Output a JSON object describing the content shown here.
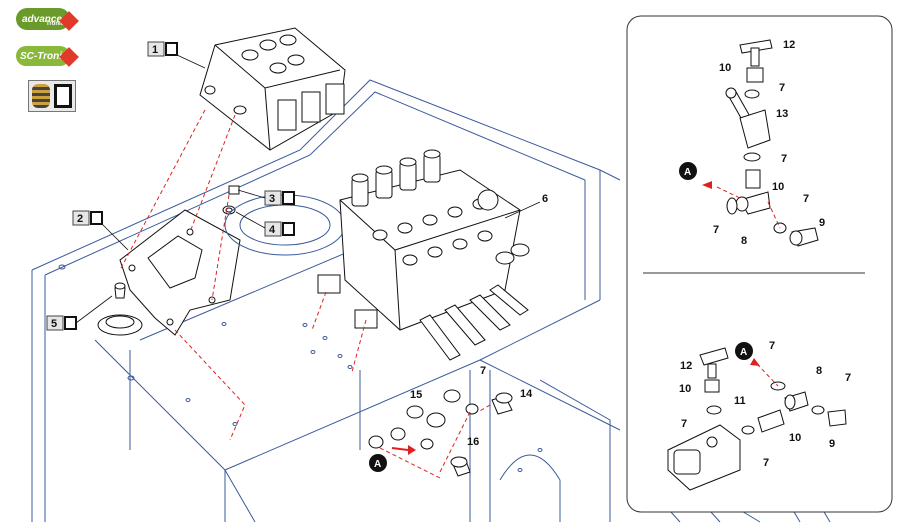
{
  "logos": {
    "advance": "advance",
    "advance_sub": "Tronic",
    "sctronic": "SC-Tronic"
  },
  "callouts_main": {
    "c1": "1",
    "c2": "2",
    "c3": "3",
    "c4": "4",
    "c5": "5",
    "c6": "6",
    "c7": "7",
    "c14": "14",
    "c15": "15",
    "c16": "16",
    "A": "A"
  },
  "detail_top": {
    "c12": "12",
    "c10a": "10",
    "c7a": "7",
    "c13": "13",
    "c7b": "7",
    "c10b": "10",
    "c7c": "7",
    "c7d": "7",
    "c8": "8",
    "c9": "9",
    "A": "A"
  },
  "detail_bottom": {
    "c12": "12",
    "c10a": "10",
    "c7a": "7",
    "c11": "11",
    "c7b": "7",
    "c8": "8",
    "c7c": "7",
    "c10b": "10",
    "c7d": "7",
    "c9": "9",
    "A": "A"
  },
  "colors": {
    "frame": "#3a5a9a",
    "leader_red": "#e02020",
    "badge": "#111111"
  }
}
